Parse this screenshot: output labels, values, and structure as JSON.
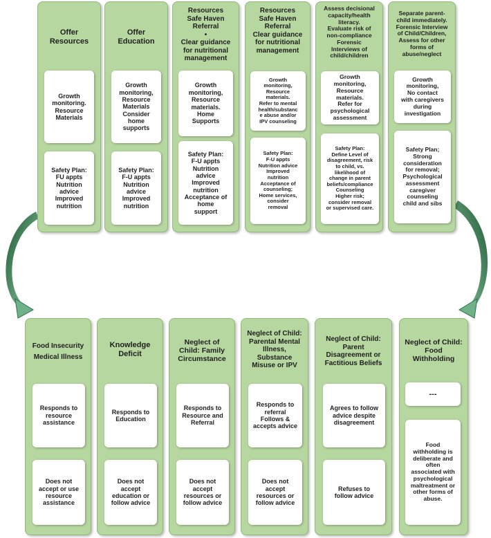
{
  "colors": {
    "column_fill": "#b7d7a0",
    "column_border": "#8fb97a",
    "box_fill": "#ffffff",
    "arrow_dark": "#1f5a33",
    "arrow_light": "#8fc9a5"
  },
  "top_row": [
    {
      "title": "Offer\nResources",
      "box1": "Growth\nmonitoring.\nResource\nMaterials",
      "box2": "Safety Plan:\nFU appts\nNutrition\nadvice\nImproved\nnutrition"
    },
    {
      "title": "Offer\nEducation",
      "box1": "Growth\nmonitoring,\nResource\nMaterials\nConsider\nhome\nsupports",
      "box2": "Safety Plan:\nF-U appts\nNutrition\nadvice\nImproved\nnutrition"
    },
    {
      "title": "Resources\nSafe Haven\nReferral\n•\nClear guidance\nfor nutritional\nmanagement",
      "box1": "Growth\nmonitoring,\nResource\nmaterials.\nHome\nSupports",
      "box2": "Safety Plan:\nF-U appts\nNutrition\nadvice\nImproved\nnutrition\nAcceptance of\nhome\nsupport"
    },
    {
      "title": "Resources\nSafe Haven\nReferral\nClear guidance\nfor nutritional\nmanagement",
      "box1": "Growth\nmonitoring,\nResource\nmaterials.\nRefer to mental\nhealth/substanc\ne abuse and/or\nIPV counseling",
      "box2": "Safety Plan:\nF-U appts\nNutrition advice\nImproved\nnutrition\nAcceptance of\ncounseling;\nHome services,\nconsider\nremoval"
    },
    {
      "title": "Assess decisional\ncapacity/health\nliteracy.\nEvaluate risk of\nnon-compliance\nForensic\nInterviews of\nchild/children",
      "box1": "Growth\nmonitoring,\nResource\nmaterials.\nRefer for\npsychological\nassessment",
      "box2": "Safety Plan:\nDefine Level of\ndisagreement, risk\nto child, vs.\nlikelihood of\nchange in parent\nbeliefs/compliance\nCounseling\nHigher risk;\nconsider removal\nor supervised care."
    },
    {
      "title": "Separate parent-\nchild immediately.\nForensic Interview\nof Child/Children,\nAssess for other\nforms of\nabuse/neglect",
      "box1": "Growth\nmonitoring,\nNo contact\nwith caregivers\nduring\ninvestigation",
      "box2": "Safety Plan;\nStrong\nconsideration\nfor removal;\nPsychological\nassessment\ncaregiver\ncounseling\nchild and sibs"
    }
  ],
  "bottom_row": [
    {
      "title": "Food Insecurity\nMedical Illness",
      "box1": "Responds to\nresource\nassistance",
      "box2": "Does not\naccept or use\nresource\nassistance"
    },
    {
      "title": "Knowledge\nDeficit",
      "box1": "Responds to\nEducation",
      "box2": "Does not\naccept\neducation or\nfollow advice"
    },
    {
      "title": "Neglect of\nChild: Family\nCircumstance",
      "box1": "Responds to\nResource and\nReferral",
      "box2": "Does not\naccept\nresources or\nfollow advice"
    },
    {
      "title": "Neglect of Child:\nParental Mental\nIllness,\nSubstance\nMisuse or IPV",
      "box1": "Responds to\nreferral\nFollows &\naccepts advice",
      "box2": "Does not\naccept\nresources or\nfollow advice"
    },
    {
      "title": "Neglect of Child:\nParent\nDisagreement or\nFactitious Beliefs",
      "box1": "Agrees to follow\nadvice despite\ndisagreement",
      "box2": "Refuses to\nfollow advice"
    },
    {
      "title": "Neglect of Child:\nFood\nWithholding",
      "box1": "---",
      "box2": "Food\nwithholding is\ndeliberate and\noften\nassociated with\npsychological\nmaltreatment or\nother forms of\nabuse."
    }
  ]
}
